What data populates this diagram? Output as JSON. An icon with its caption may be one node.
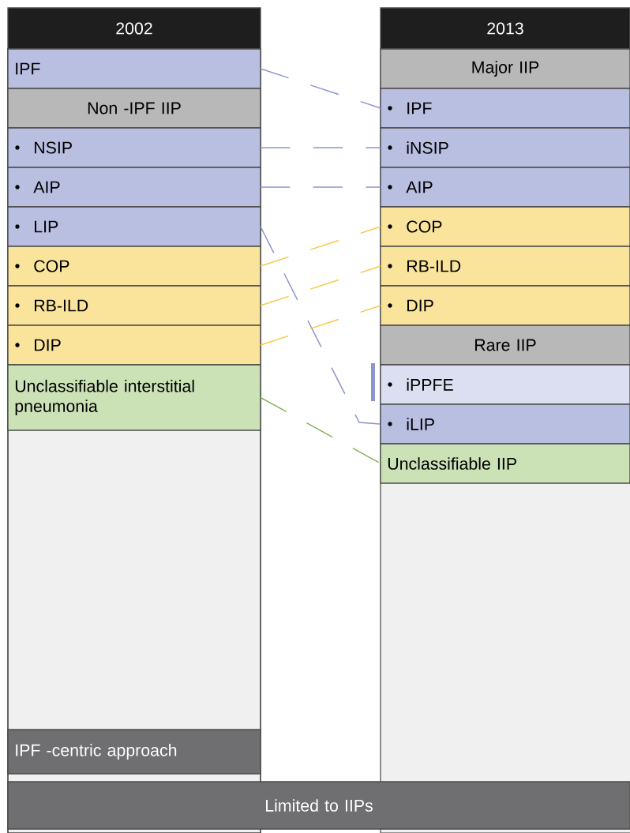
{
  "diagram": {
    "nodes": [
      {
        "text": [
          "2002"
        ]
      },
      {
        "text": [
          "IPF"
        ]
      },
      {
        "text": [
          "Non -IPF IIP"
        ]
      },
      {
        "text": [
          "NSIP"
        ]
      },
      {
        "text": [
          "AIP"
        ]
      },
      {
        "text": [
          "LIP"
        ]
      },
      {
        "text": [
          "COP"
        ]
      },
      {
        "text": [
          "RB-ILD"
        ]
      },
      {
        "text": [
          "DIP"
        ]
      },
      {
        "text": [
          "Unclassifiable interstitial pneumonia"
        ]
      },
      {
        "text": [
          "IPF -centric approach"
        ]
      },
      {
        "text": [
          "2013"
        ]
      },
      {
        "text": [
          "Major IIP"
        ]
      },
      {
        "text": [
          "IPF"
        ]
      },
      {
        "text": [
          "iNSIP"
        ]
      },
      {
        "text": [
          "AIP"
        ]
      },
      {
        "text": [
          "COP"
        ]
      },
      {
        "text": [
          "RB-ILD"
        ]
      },
      {
        "text": [
          "DIP"
        ]
      },
      {
        "text": [
          "Rare IIP"
        ]
      },
      {
        "text": [
          "iPPFE"
        ]
      },
      {
        "text": [
          "iLIP"
        ]
      },
      {
        "text": [
          "Unclassifiable IIP"
        ]
      },
      {
        "text": [
          "Limited to IIPs"
        ]
      }
    ],
    "edges": [
      {
        "from": 1,
        "to": 13,
        "arrow": "none",
        "style": "dashed"
      },
      {
        "from": 3,
        "to": 14,
        "arrow": "none",
        "style": "dashed"
      },
      {
        "from": 4,
        "to": 15,
        "arrow": "none",
        "style": "dashed"
      },
      {
        "from": 5,
        "to": 21,
        "arrow": "none",
        "style": "dashed"
      },
      {
        "from": 6,
        "to": 16,
        "arrow": "none",
        "style": "dashed",
        "color": "#f5c842"
      },
      {
        "from": 7,
        "to": 17,
        "arrow": "none",
        "style": "dashed",
        "color": "#f5c842"
      },
      {
        "from": 8,
        "to": 18,
        "arrow": "none",
        "style": "dashed",
        "color": "#f5c842"
      },
      {
        "from": 9,
        "to": 22,
        "arrow": "none",
        "style": "dashed",
        "color": "#7fb356"
      }
    ]
  }
}
